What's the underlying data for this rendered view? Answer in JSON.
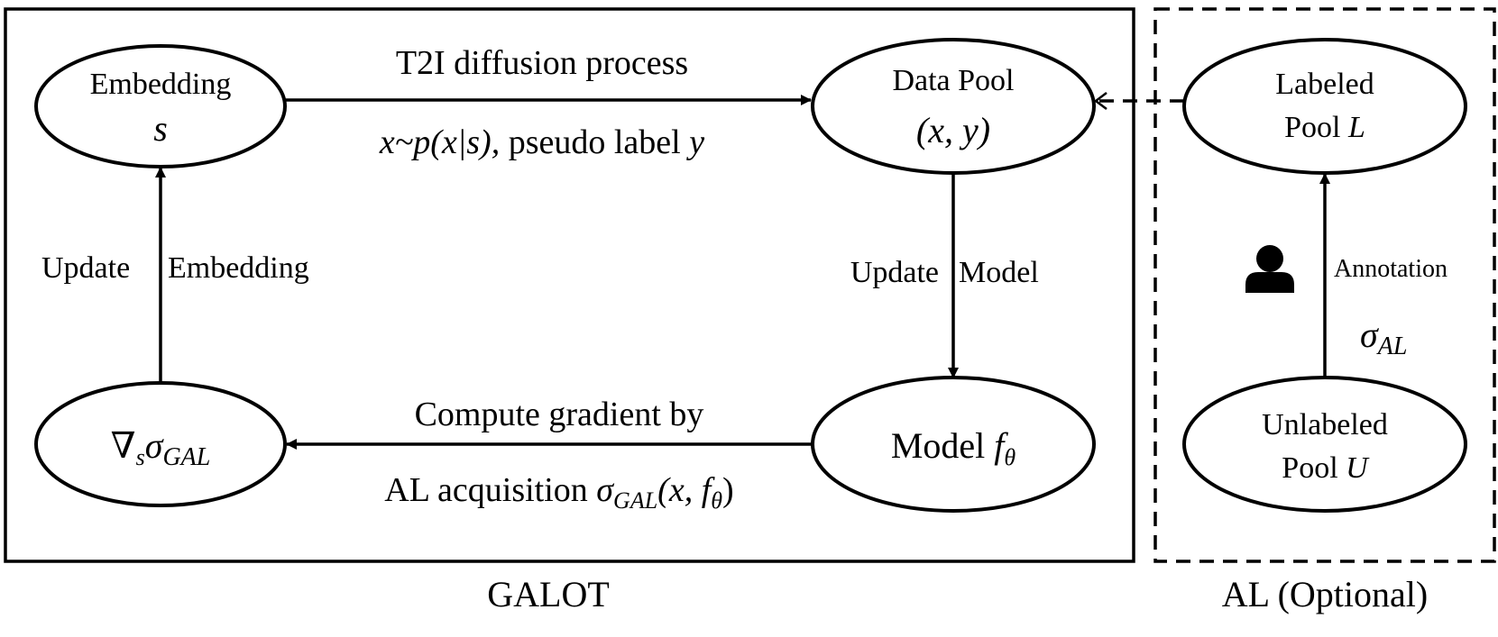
{
  "galot_box": {
    "caption": "GALOT"
  },
  "al_box": {
    "caption": "AL (Optional)"
  },
  "nodes": {
    "embedding": {
      "title": "Embedding",
      "symbol": "s"
    },
    "data_pool": {
      "title": "Data Pool",
      "symbol": "(x, y)"
    },
    "gradient": {
      "nabla": "∇",
      "sub_s": "s",
      "sigma": "σ",
      "sub": "GAL"
    },
    "model": {
      "title": "Model ",
      "f": "f",
      "sub": "θ"
    },
    "labeled_pool": {
      "line1": "Labeled",
      "line2": "Pool ",
      "symbol": "L"
    },
    "unlabeled_pool": {
      "line1": "Unlabeled",
      "line2": "Pool ",
      "symbol": "U"
    }
  },
  "edges": {
    "t2i": {
      "label_top": "T2I diffusion process",
      "formula_a": "x~p(x|s),",
      "formula_b": "pseudo label ",
      "formula_y": "y"
    },
    "update_embedding": {
      "label_left": "Update",
      "label_right": "Embedding"
    },
    "update_model": {
      "label_left": "Update",
      "label_right": "Model"
    },
    "compute": {
      "label_top": "Compute gradient by",
      "label_bottom_text": "AL acquisition ",
      "sigma": "σ",
      "sub": "GAL",
      "args_a": "(x, ",
      "f": "f",
      "f_sub": "θ",
      "args_b": ")"
    },
    "annotation": {
      "label": "Annotation",
      "sigma": "σ",
      "sub": "AL"
    }
  },
  "icons": {
    "person": "person-icon"
  }
}
